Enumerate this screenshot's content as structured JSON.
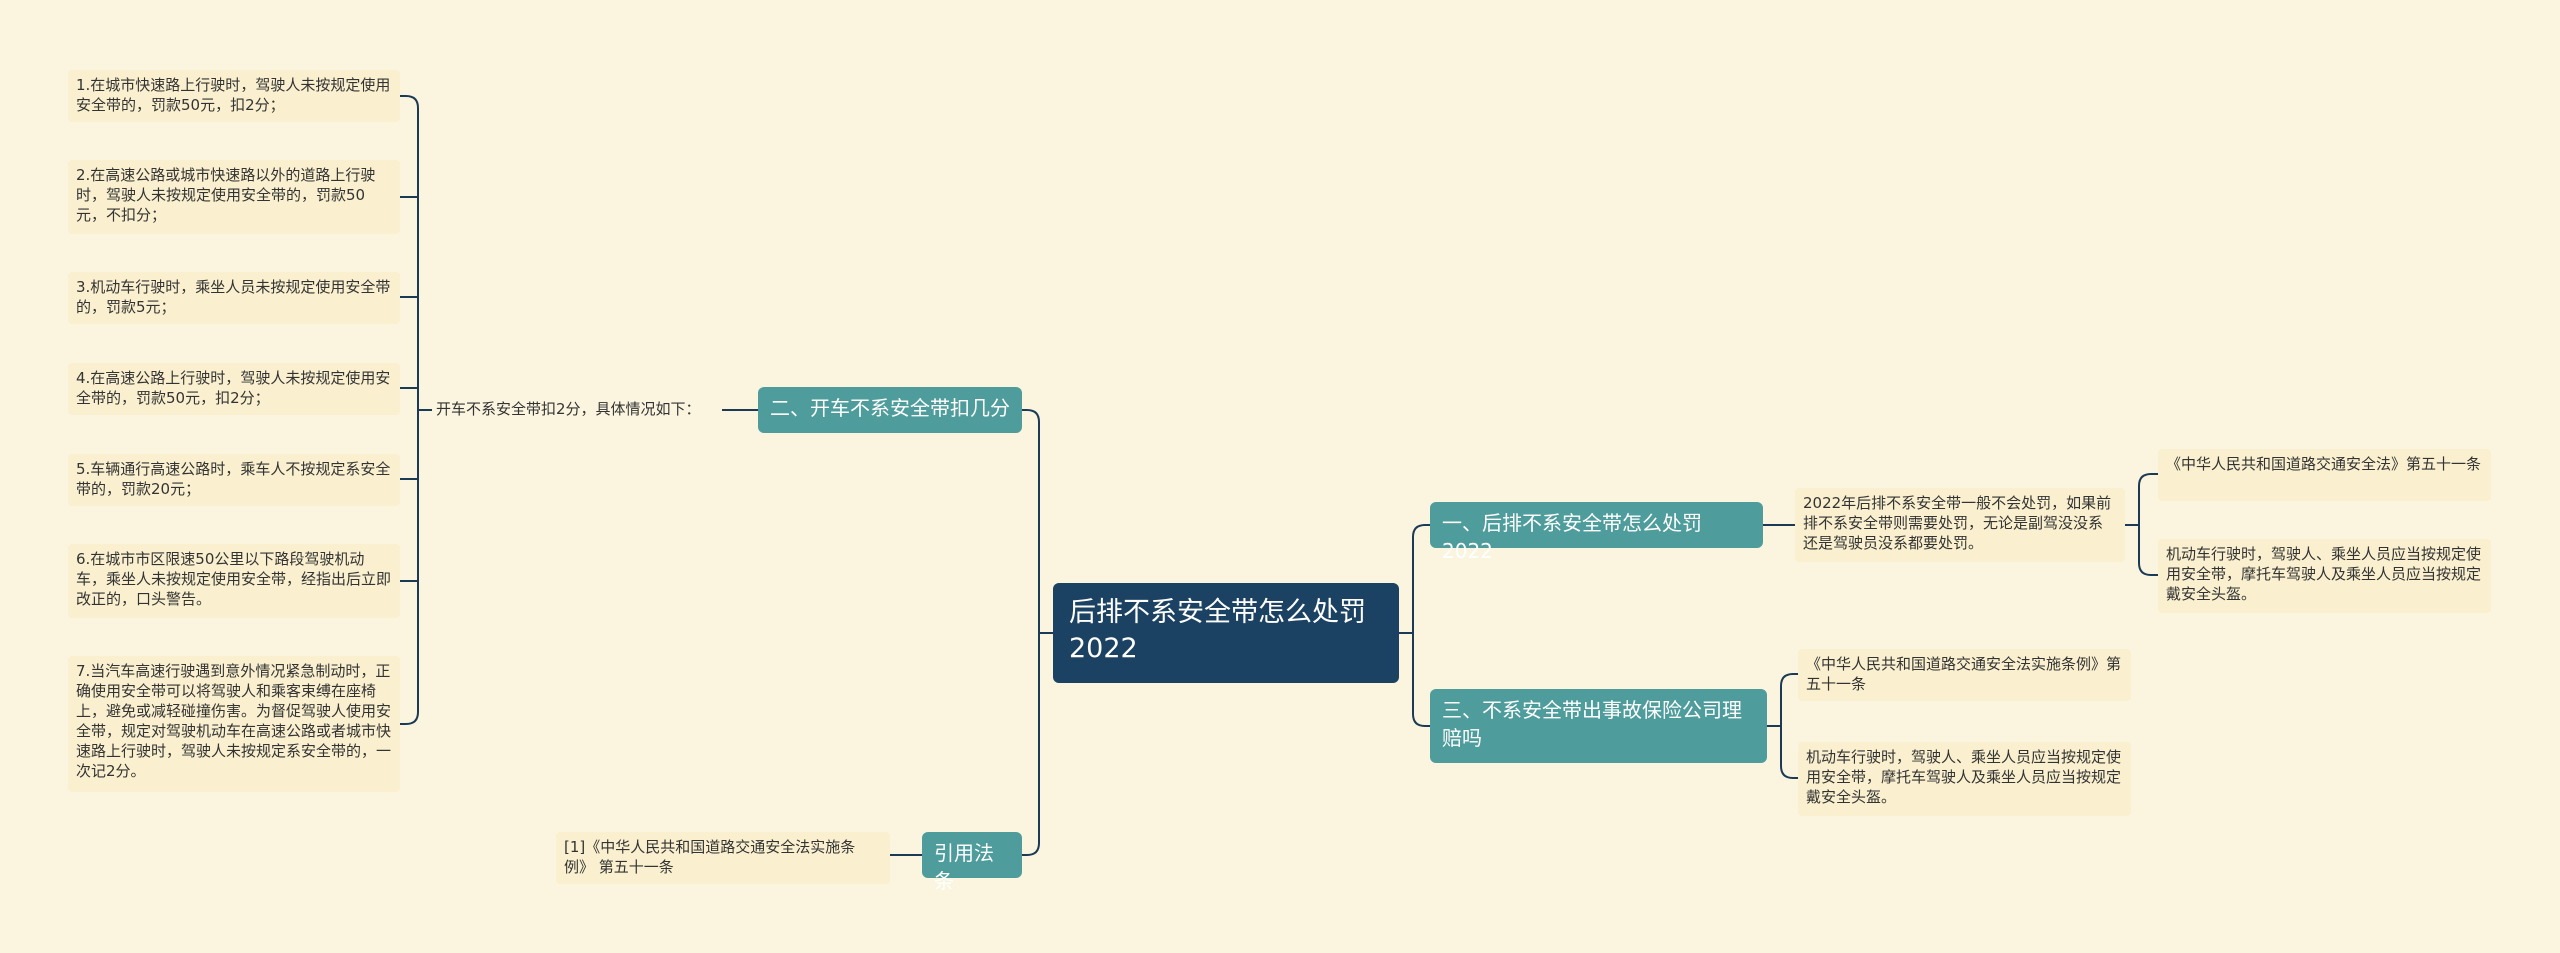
{
  "root": {
    "title": "后排不系安全带怎么处罚2022"
  },
  "branches": {
    "b1": "一、后排不系安全带怎么处罚2022",
    "b2": "二、开车不系安全带扣几分",
    "b3": "三、不系安全带出事故保险公司理赔吗",
    "b4": "引用法条"
  },
  "b1_text": "2022年后排不系安全带一般不会处罚，如果前排不系安全带则需要处罚，无论是副驾没没系还是驾驶员没系都要处罚。",
  "b1_laws": [
    "《中华人民共和国道路交通安全法》第五十一条",
    "机动车行驶时，驾驶人、乘坐人员应当按规定使用安全带，摩托车驾驶人及乘坐人员应当按规定戴安全头盔。"
  ],
  "b3_laws": [
    "《中华人民共和国道路交通安全法实施条例》第五十一条",
    "机动车行驶时，驾驶人、乘坐人员应当按规定使用安全带，摩托车驾驶人及乘坐人员应当按规定戴安全头盔。"
  ],
  "b2_intro": "开车不系安全带扣2分，具体情况如下：",
  "b2_items": [
    "1.在城市快速路上行驶时，驾驶人未按规定使用安全带的，罚款50元，扣2分；",
    "2.在高速公路或城市快速路以外的道路上行驶时，驾驶人未按规定使用安全带的，罚款50元，不扣分；",
    "3.机动车行驶时，乘坐人员未按规定使用安全带的，罚款5元；",
    "4.在高速公路上行驶时，驾驶人未按规定使用安全带的，罚款50元，扣2分；",
    "5.车辆通行高速公路时，乘车人不按规定系安全带的，罚款20元；",
    "6.在城市市区限速50公里以下路段驾驶机动车，乘坐人未按规定使用安全带，经指出后立即改正的，口头警告。",
    "7.当汽车高速行驶遇到意外情况紧急制动时，正确使用安全带可以将驾驶人和乘客束缚在座椅上，避免或减轻碰撞伤害。为督促驾驶人使用安全带，规定对驾驶机动车在高速公路或者城市快速路上行驶时，驾驶人未按规定系安全带的，一次记2分。"
  ],
  "b4_text": "[1]《中华人民共和国道路交通安全法实施条例》 第五十一条",
  "colors": {
    "background": "#fbf5e0",
    "root": "#1b4262",
    "branch": "#4e9c9c",
    "leaf": "#faf0cf",
    "connector": "#1b3a56"
  }
}
